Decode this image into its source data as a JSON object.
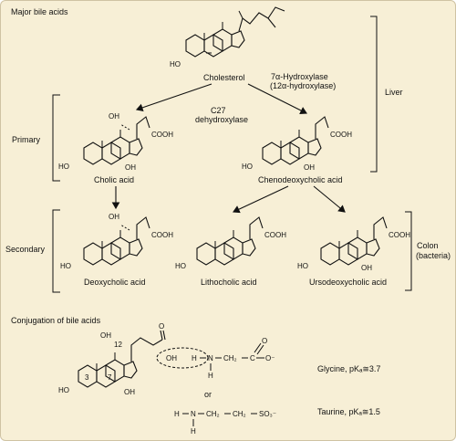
{
  "headings": {
    "major": "Major bile acids",
    "conjugation": "Conjugation of bile acids"
  },
  "groups": {
    "primary": "Primary",
    "secondary": "Secondary",
    "liver": "Liver",
    "colon": "Colon",
    "colon_sub": "(bacteria)"
  },
  "molecules": {
    "cholesterol": "Cholesterol",
    "cholic": "Cholic acid",
    "chenodeoxycholic": "Chenodeoxycholic acid",
    "deoxycholic": "Deoxycholic acid",
    "lithocholic": "Lithocholic acid",
    "ursodeoxycholic": "Ursodeoxycholic acid"
  },
  "enzymes": {
    "hydroxylase_1": "7α-Hydroxylase",
    "hydroxylase_2": "(12α-hydroxylase)",
    "c27_1": "C27",
    "c27_2": "dehydroxylase"
  },
  "atoms": {
    "ho": "HO",
    "oh": "OH",
    "cooh": "COOH",
    "o": "O",
    "h": "H",
    "n": "N",
    "o_minus": "O⁻",
    "ch2": "CH₂",
    "c": "C",
    "so3": "SO₃⁻",
    "num3": "3",
    "num7": "7",
    "num12": "12",
    "or": "or"
  },
  "conjugates": {
    "glycine": "Glycine, pKₐ≅3.7",
    "taurine": "Taurine, pKₐ≅1.5"
  }
}
